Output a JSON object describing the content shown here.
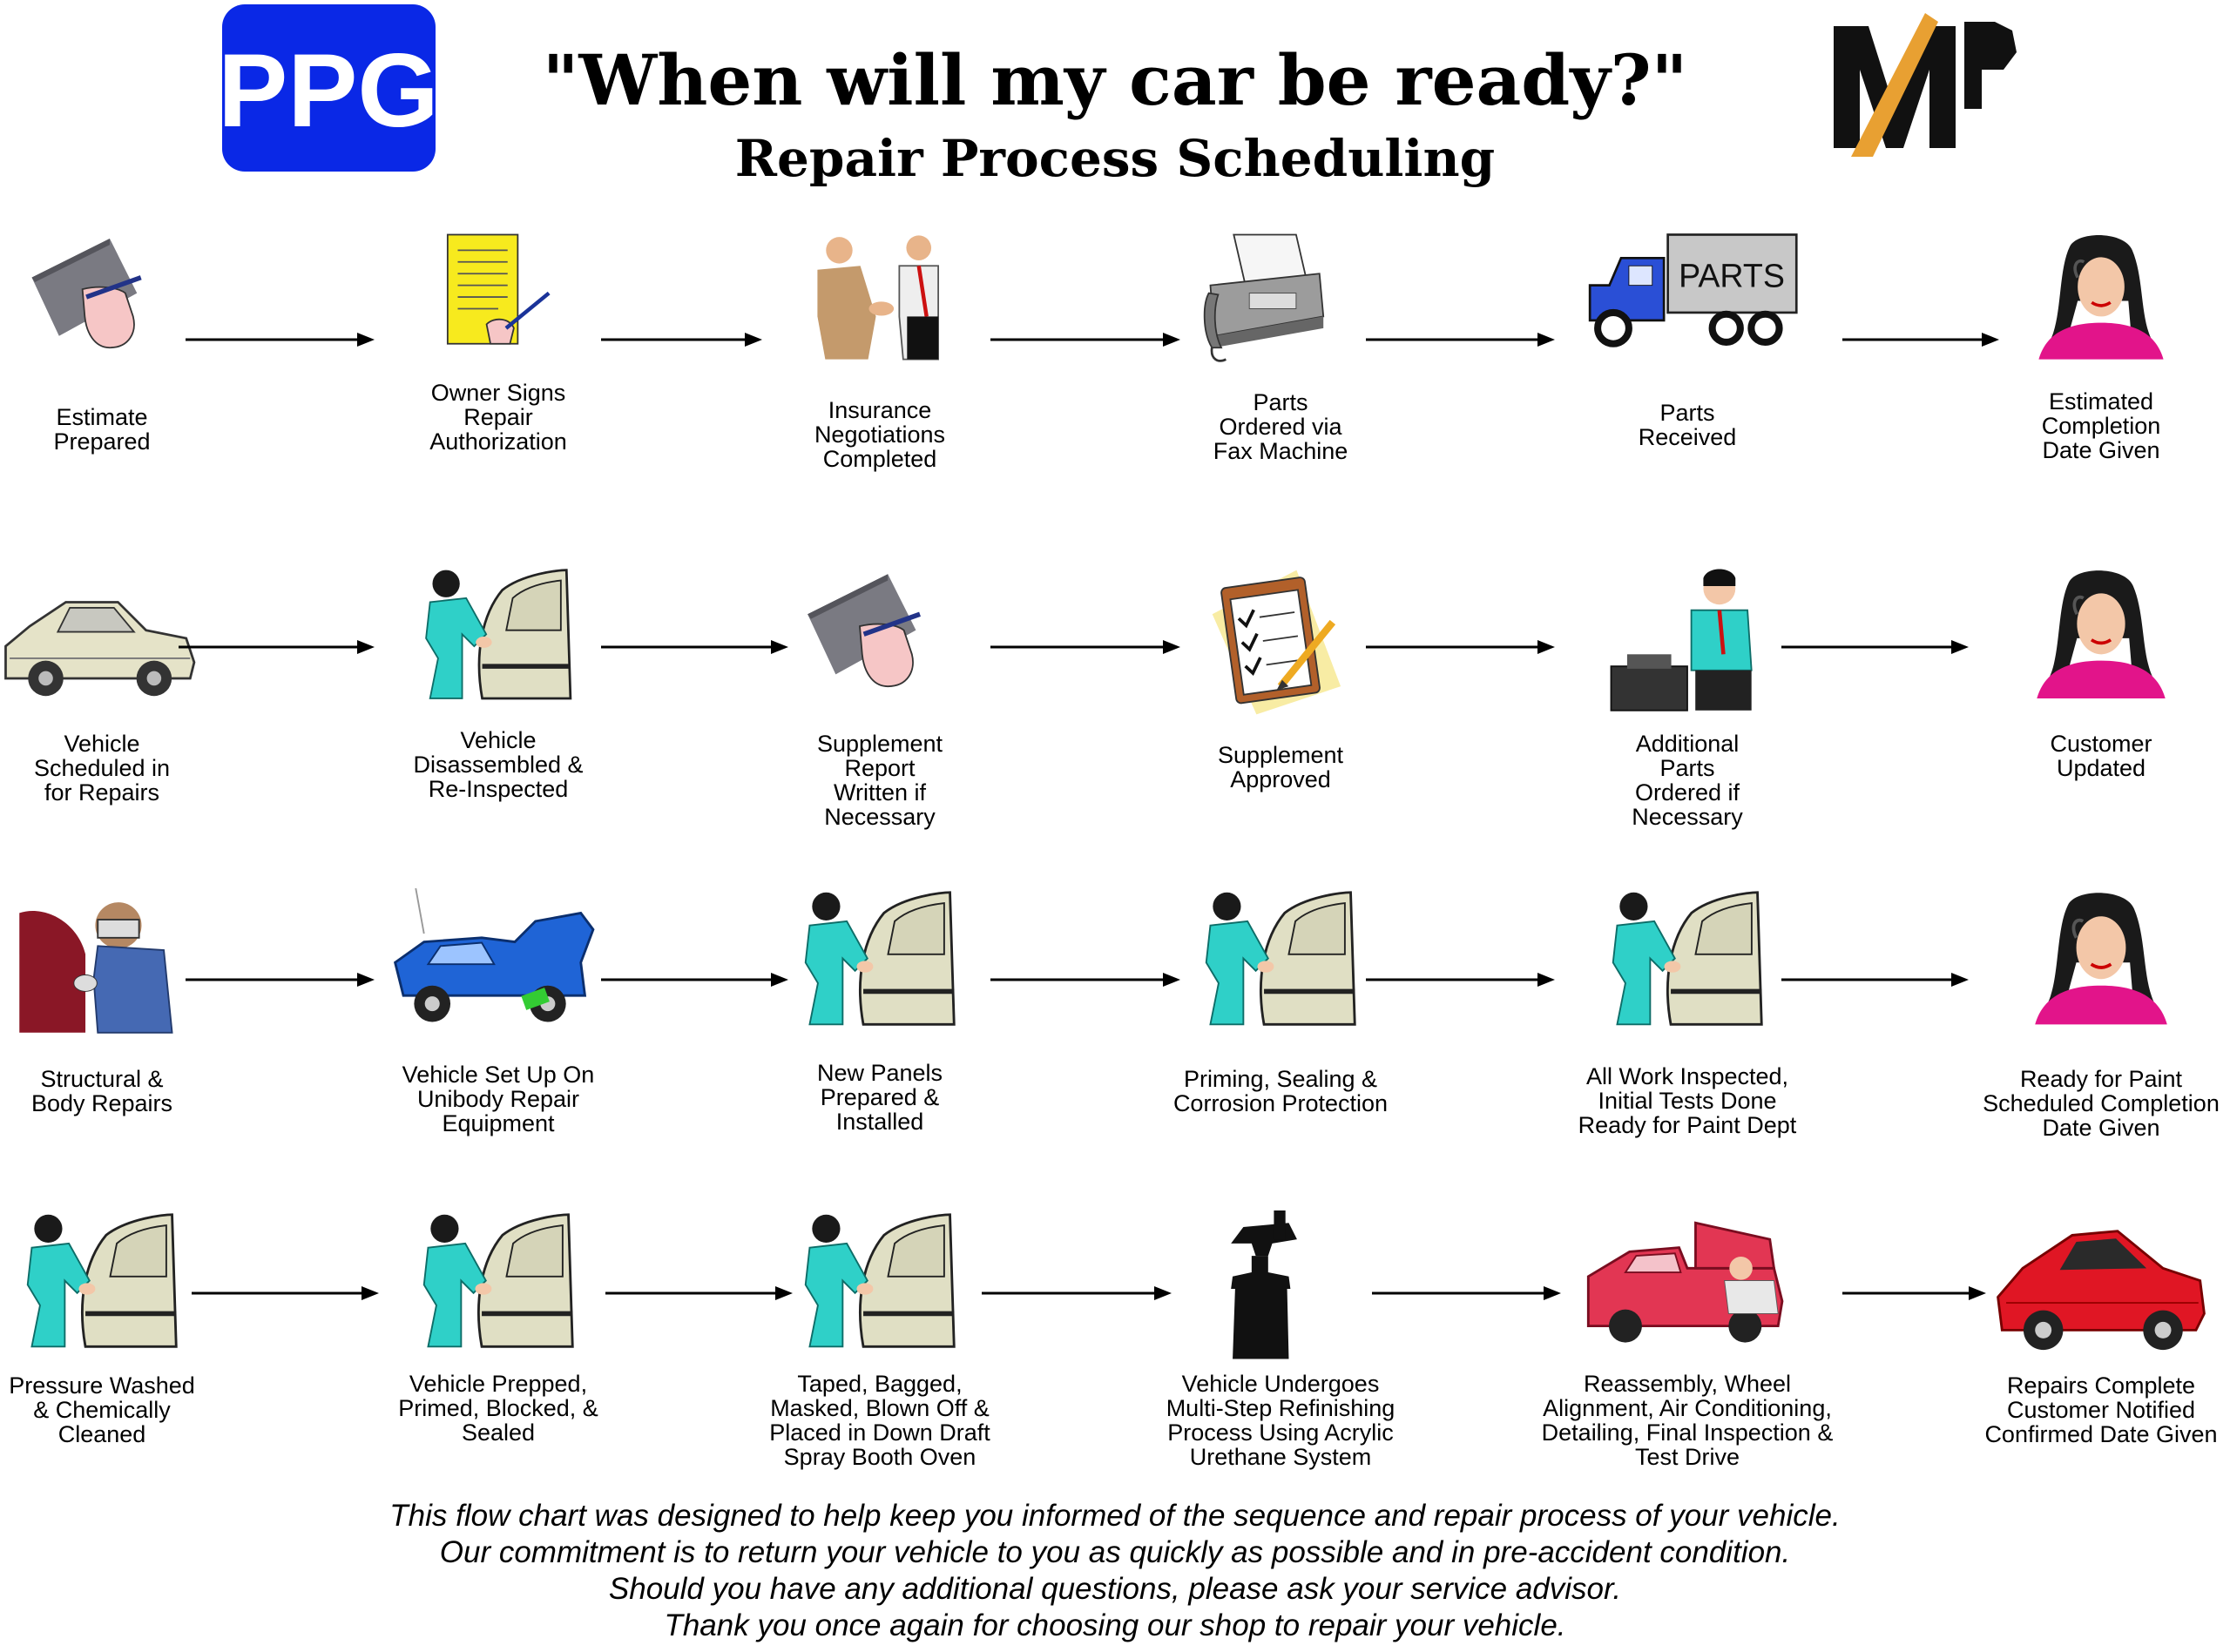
{
  "header": {
    "title": "\"When will my car be ready?\"",
    "subtitle": "Repair Process Scheduling"
  },
  "logos": {
    "left_text": "PPG",
    "right_text": "VMP"
  },
  "colors": {
    "ppg_blue": "#0a28e6",
    "vmp_orange": "#e8a032",
    "arrow": "#000000"
  },
  "steps": [
    {
      "label": "Estimate\nPrepared",
      "icon": "clipboard-writing-icon"
    },
    {
      "label": "Owner Signs\nRepair\nAuthorization",
      "icon": "signing-document-icon"
    },
    {
      "label": "Insurance\nNegotiations\nCompleted",
      "icon": "handshake-icon"
    },
    {
      "label": "Parts\nOrdered via\nFax Machine",
      "icon": "fax-machine-icon"
    },
    {
      "label": "Parts\nReceived",
      "icon": "parts-truck-icon",
      "truck_text": "PARTS"
    },
    {
      "label": "Estimated\nCompletion\nDate Given",
      "icon": "phone-operator-icon"
    },
    {
      "label": "Vehicle\nScheduled in\nfor Repairs",
      "icon": "damaged-car-icon"
    },
    {
      "label": "Vehicle\nDisassembled &\nRe-Inspected",
      "icon": "mechanic-door-icon"
    },
    {
      "label": "Supplement\nReport\nWritten if\nNecessary",
      "icon": "clipboard-writing-icon"
    },
    {
      "label": "Supplement\nApproved",
      "icon": "checklist-icon"
    },
    {
      "label": "Additional\nParts\nOrdered if\nNecessary",
      "icon": "man-on-phone-icon"
    },
    {
      "label": "Customer\nUpdated",
      "icon": "phone-operator-icon"
    },
    {
      "label": "Structural &\nBody Repairs",
      "icon": "welder-icon"
    },
    {
      "label": "Vehicle Set Up On\nUnibody Repair\nEquipment",
      "icon": "car-on-rack-icon"
    },
    {
      "label": "New Panels\nPrepared &\nInstalled",
      "icon": "mechanic-door-icon"
    },
    {
      "label": "Priming, Sealing &\nCorrosion Protection",
      "icon": "mechanic-door-icon"
    },
    {
      "label": "All Work Inspected,\nInitial Tests Done\nReady for Paint Dept",
      "icon": "mechanic-door-icon"
    },
    {
      "label": "Ready for Paint\nScheduled Completion\nDate Given",
      "icon": "phone-operator-icon"
    },
    {
      "label": "Pressure Washed\n& Chemically\nCleaned",
      "icon": "mechanic-door-icon"
    },
    {
      "label": "Vehicle Prepped,\nPrimed, Blocked, &\nSealed",
      "icon": "mechanic-door-icon"
    },
    {
      "label": "Taped, Bagged,\nMasked, Blown Off &\nPlaced in Down Draft\nSpray Booth Oven",
      "icon": "mechanic-door-icon"
    },
    {
      "label": "Vehicle Undergoes\nMulti-Step Refinishing\nProcess Using Acrylic\nUrethane System",
      "icon": "spray-gun-icon"
    },
    {
      "label": "Reassembly, Wheel\nAlignment, Air Conditioning,\nDetailing, Final Inspection &\nTest Drive",
      "icon": "car-hood-open-icon"
    },
    {
      "label": "Repairs Complete\nCustomer Notified\nConfirmed Date Given",
      "icon": "red-sports-car-icon"
    }
  ],
  "footer": [
    "This flow chart was designed to help keep you informed of the sequence and repair process of your vehicle.",
    "Our commitment is to return your vehicle to you as quickly as possible and in pre-accident condition.",
    "Should you have any additional questions, please ask your service advisor.",
    "Thank you once again for choosing our shop to repair your vehicle."
  ]
}
